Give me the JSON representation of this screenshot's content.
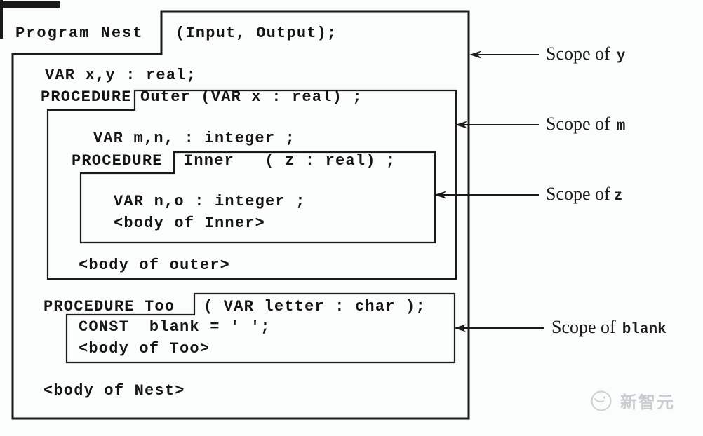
{
  "diagram_title": "Pascal nested scope diagram",
  "code": {
    "program_name": "Program Nest",
    "program_params": "(Input, Output);",
    "var_xy": "VAR x,y : real;",
    "proc_keyword_outer": "PROCEDURE",
    "outer_header": "Outer (VAR x : real) ;",
    "var_mn": "VAR m,n, : integer ;",
    "proc_keyword_inner": "PROCEDURE",
    "inner_header": "Inner   ( z : real) ;",
    "var_no": "VAR n,o : integer ;",
    "body_inner": "<body of Inner>",
    "body_outer": "<body of outer>",
    "proc_too": "PROCEDURE Too",
    "too_params": "( VAR letter : char );",
    "const_blank": "CONST  blank = ' ';",
    "body_too": "<body of Too>",
    "body_nest": "<body of Nest>"
  },
  "scopes": [
    {
      "label": "Scope of",
      "var": "y"
    },
    {
      "label": "Scope of",
      "var": "m"
    },
    {
      "label": "Scope of",
      "var": "z"
    },
    {
      "label": "Scope of",
      "var": "blank"
    }
  ],
  "watermark": {
    "text": "新智元"
  },
  "colors": {
    "line": "#1a1a1a",
    "text": "#151515",
    "background": "#fbfcfc",
    "watermark": "#c9cdd0"
  }
}
